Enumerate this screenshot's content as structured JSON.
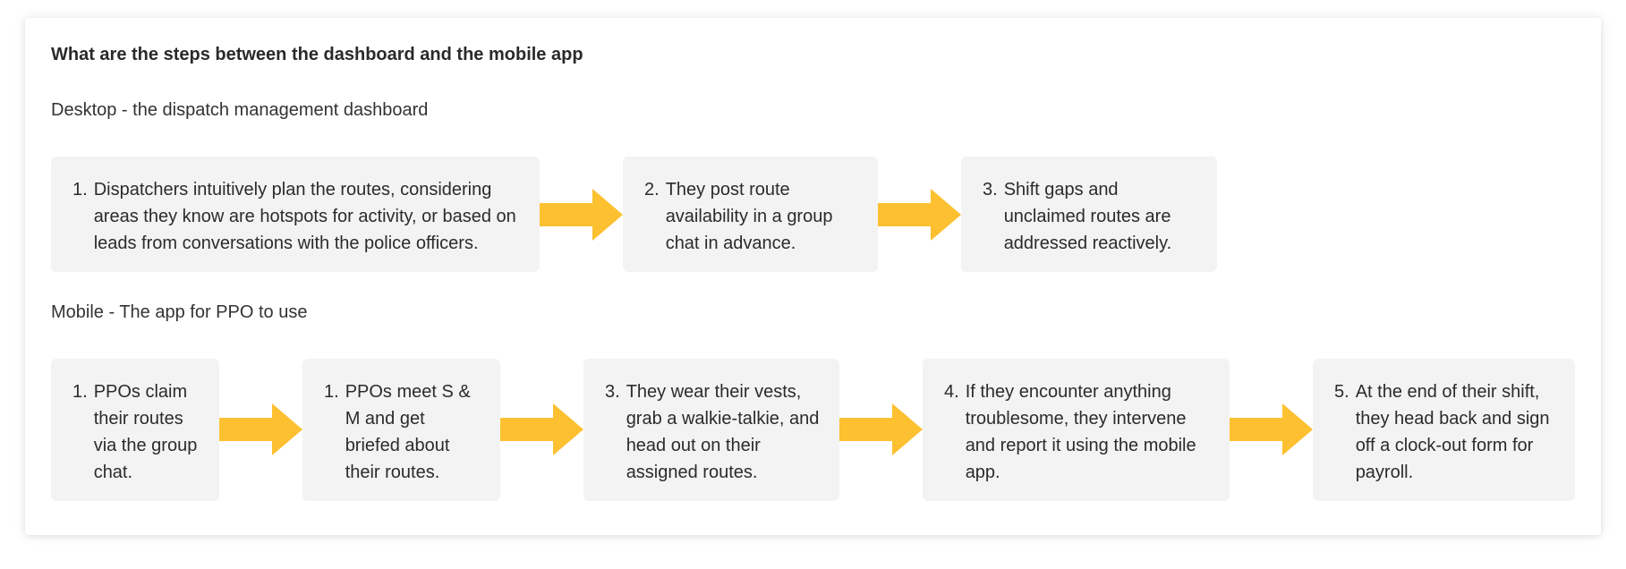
{
  "heading": "What are the steps between the dashboard and the mobile app",
  "colors": {
    "arrow": "#FDC030",
    "box": "#F3F3F3"
  },
  "desktop": {
    "label": "Desktop - the dispatch management dashboard",
    "steps": [
      {
        "num": "1.",
        "text": "Dispatchers intuitively plan the routes, considering areas they know are hotspots for activity, or based on leads from conversations with the police officers."
      },
      {
        "num": "2.",
        "text": "They post route availability in a group chat in advance."
      },
      {
        "num": "3.",
        "text": "Shift gaps and unclaimed routes are addressed reactively."
      }
    ]
  },
  "mobile": {
    "label": "Mobile - The app for PPO to use",
    "steps": [
      {
        "num": "1.",
        "text": "PPOs claim their routes via the group chat."
      },
      {
        "num": "1.",
        "text": "PPOs meet S & M and get briefed about their routes."
      },
      {
        "num": "3.",
        "text": "They wear their vests, grab a walkie-talkie, and head out on their assigned routes."
      },
      {
        "num": "4.",
        "text": "If they encounter anything troublesome, they intervene and report it using the mobile app."
      },
      {
        "num": "5.",
        "text": "At the end of their shift, they head back and sign off a clock-out form for payroll."
      }
    ]
  }
}
